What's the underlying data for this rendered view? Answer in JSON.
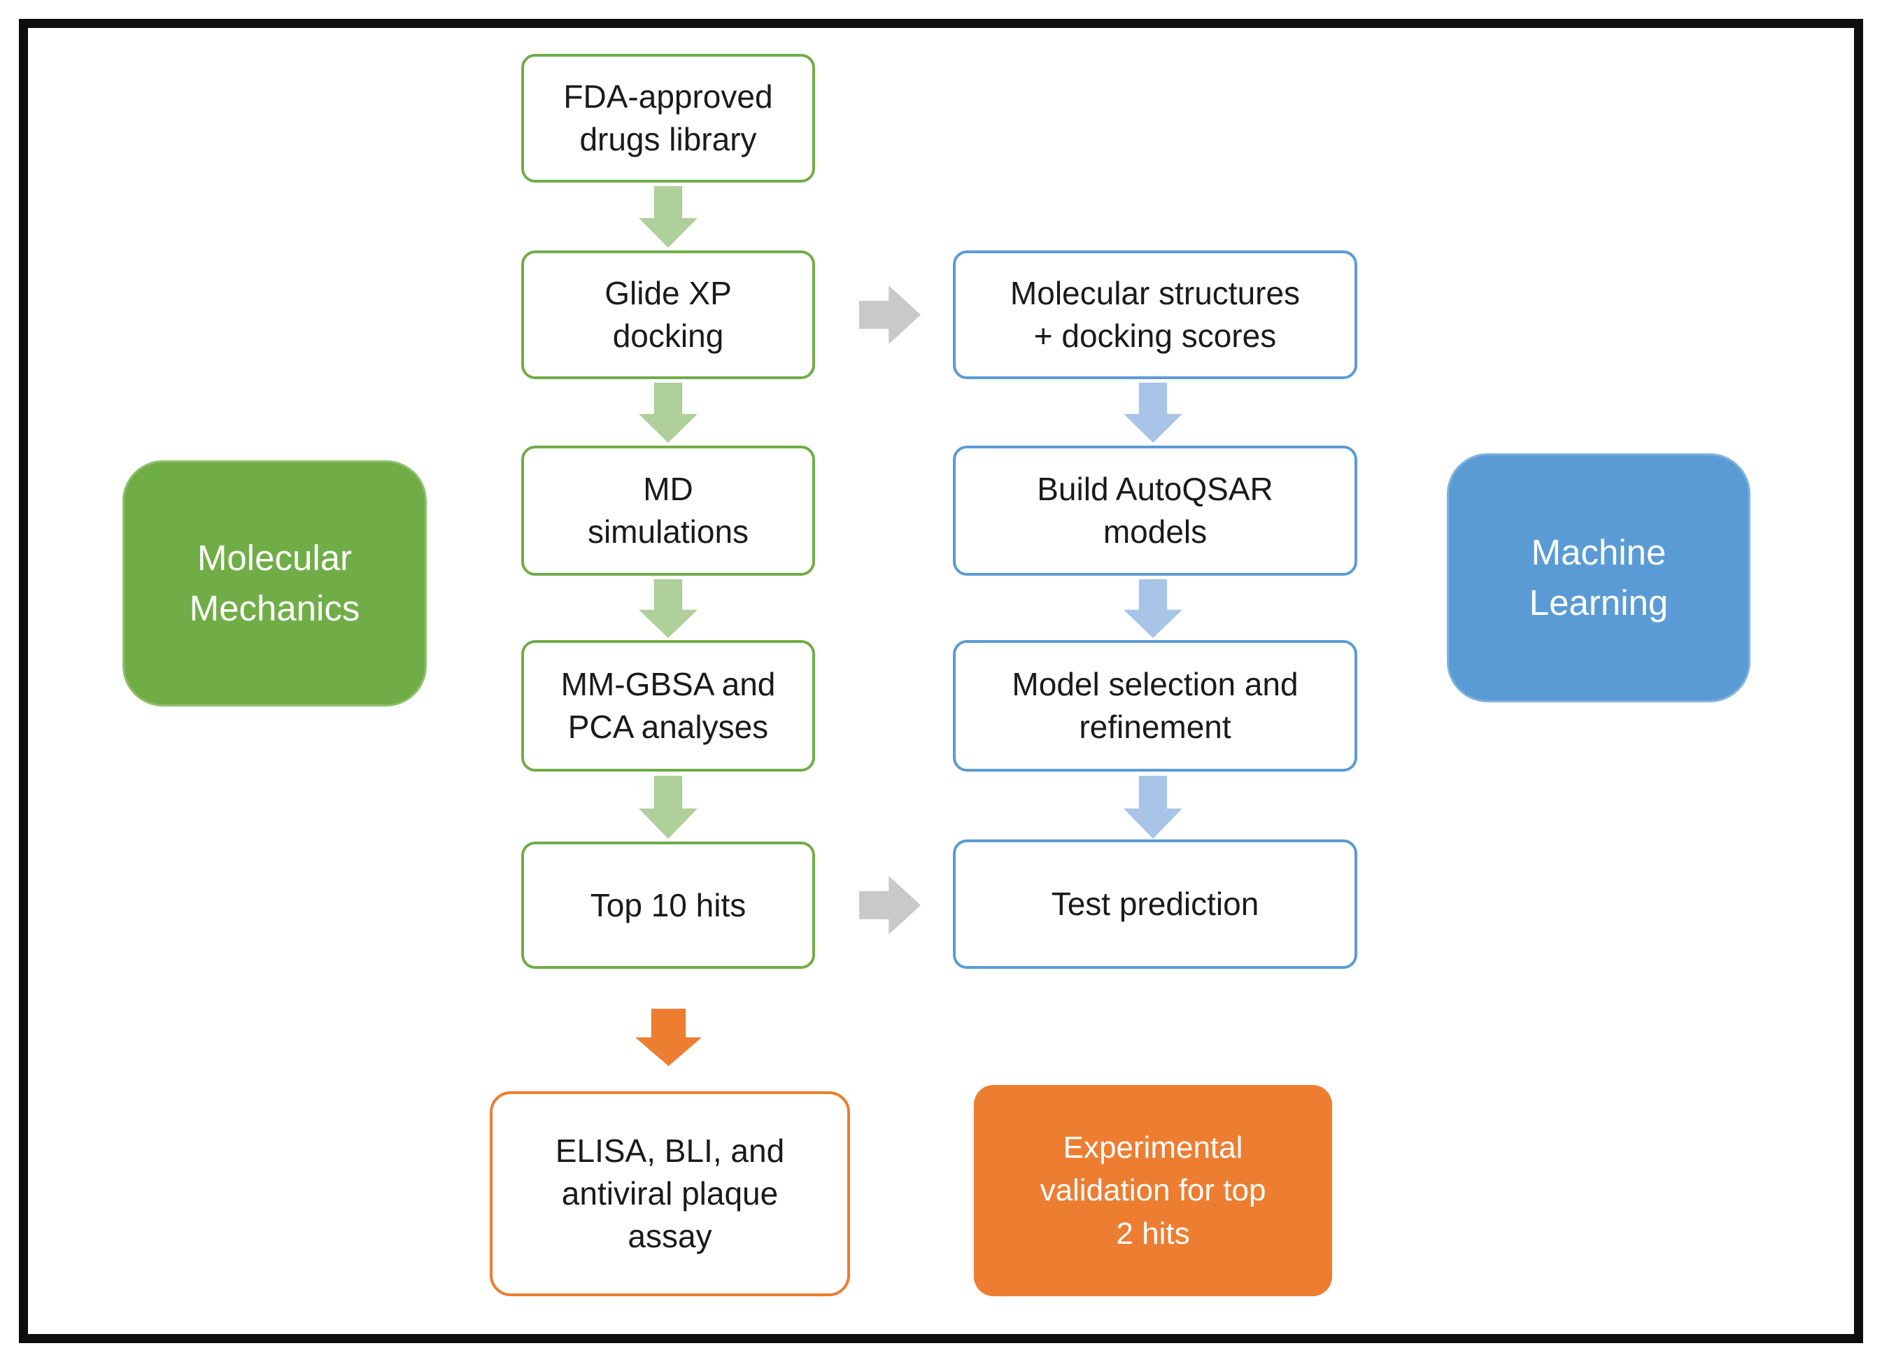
{
  "page": {
    "background": "#ffffff",
    "frame": "#0d0d0d"
  },
  "colors": {
    "green_outline": "#70AD47",
    "green_arrow": "#AFCF9B",
    "blue_outline": "#5B9BD5",
    "blue_arrow": "#A8C5E8",
    "gray_arrow": "#C9C9C9",
    "orange": "#ED7D31",
    "text": "#1a1a1a",
    "page_bg": "#ffffff",
    "frame": "#0d0d0d"
  },
  "tracks": {
    "molecular_mechanics": {
      "label": "Molecular\nMechanics",
      "fill": "#70AD47"
    },
    "machine_learning": {
      "label": "Machine\nLearning",
      "fill": "#5B9BD5"
    }
  },
  "mm_flow": [
    {
      "text": "FDA-approved\ndrugs library"
    },
    {
      "text": "Glide XP\ndocking"
    },
    {
      "text": "MD\nsimulations"
    },
    {
      "text": "MM-GBSA and\nPCA analyses"
    },
    {
      "text": "Top 10 hits"
    },
    {
      "text": "ELISA, BLI, and\nantiviral plaque\nassay"
    }
  ],
  "ml_flow": [
    {
      "text": "Molecular structures\n+ docking scores"
    },
    {
      "text": "Build AutoQSAR\nmodels"
    },
    {
      "text": "Model selection and\nrefinement"
    },
    {
      "text": "Test prediction"
    },
    {
      "text": "Experimental\nvalidation for top\n2 hits"
    }
  ],
  "connections": [
    "fda-library -> glide-docking",
    "glide-docking -> md-simulations",
    "md-simulations -> mmgbsa-pca",
    "mmgbsa-pca -> top-10-hits",
    "top-10-hits -> elisa-bli-assay",
    "glide-docking -> molecular-structures",
    "top-10-hits -> test-prediction",
    "molecular-structures -> build-autoqsar",
    "build-autoqsar -> model-selection",
    "model-selection -> test-prediction"
  ]
}
